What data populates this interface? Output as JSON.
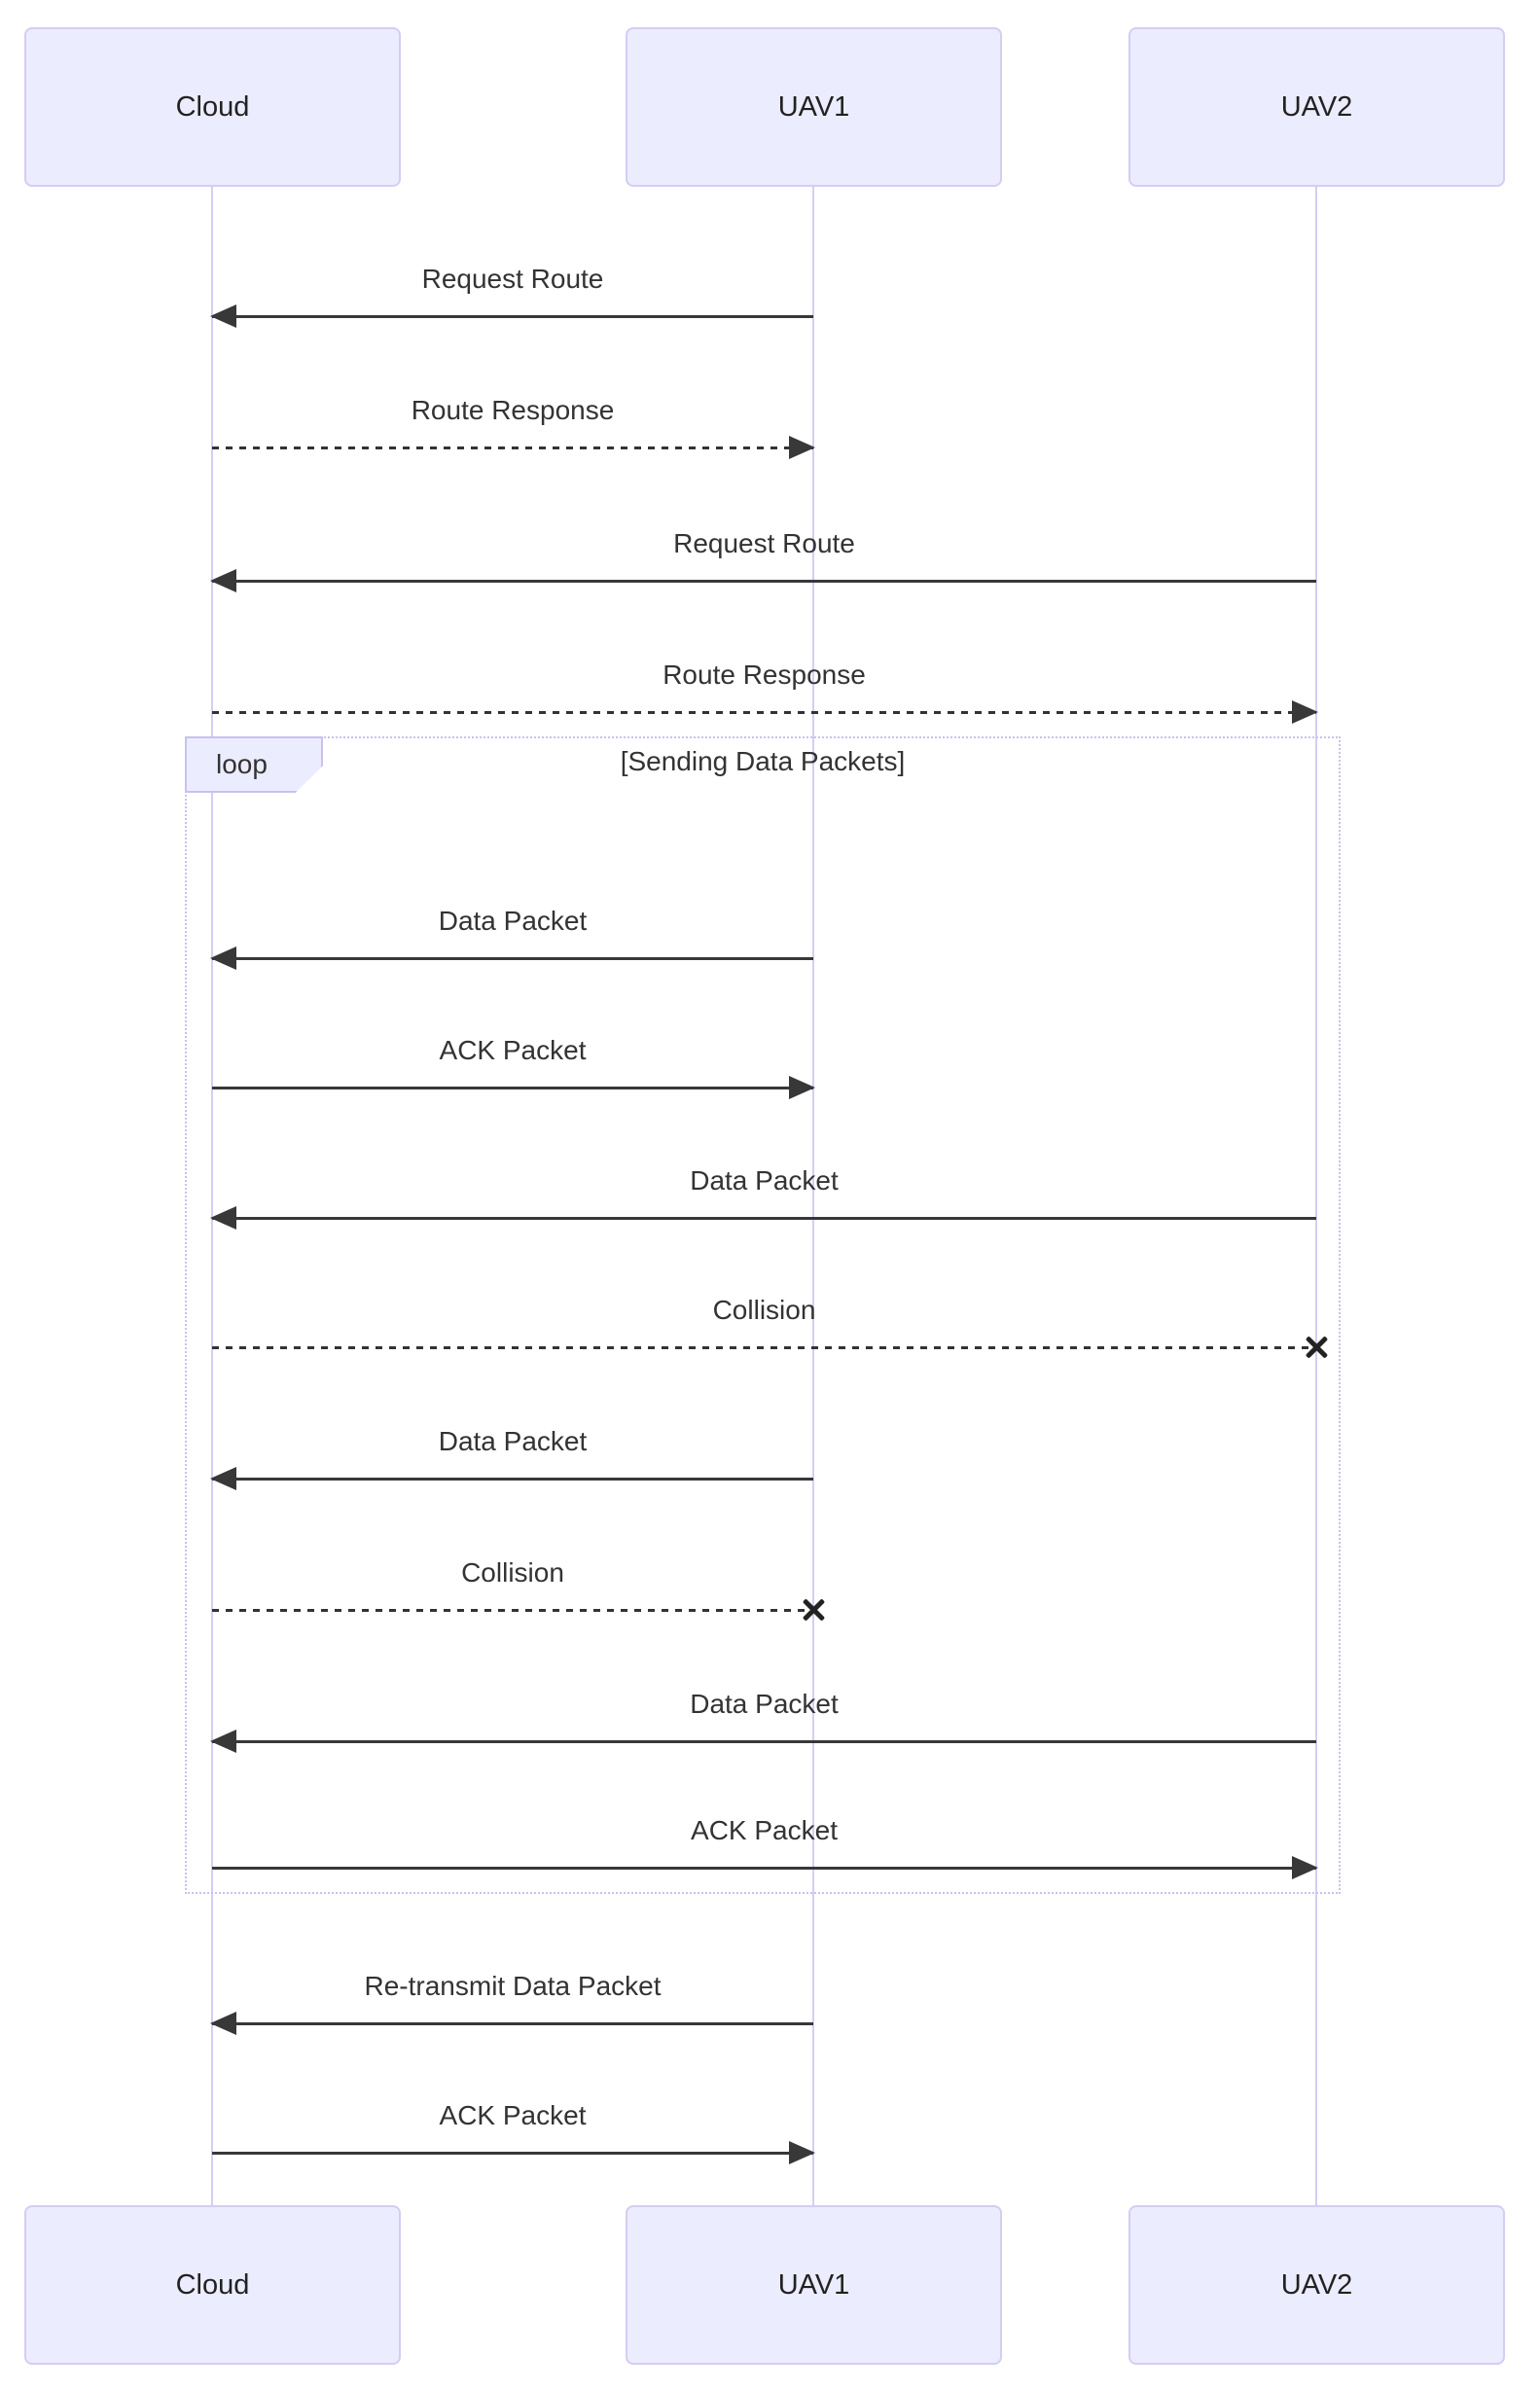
{
  "diagram": {
    "kind": "sequence-diagram",
    "actors": [
      {
        "id": "cloud",
        "label": "Cloud"
      },
      {
        "id": "uav1",
        "label": "UAV1"
      },
      {
        "id": "uav2",
        "label": "UAV2"
      }
    ],
    "loop": {
      "keyword": "loop",
      "condition": "[Sending Data Packets]"
    },
    "messages": [
      {
        "label": "Request Route",
        "from": "UAV1",
        "to": "Cloud",
        "line": "solid",
        "end": "arrow"
      },
      {
        "label": "Route Response",
        "from": "Cloud",
        "to": "UAV1",
        "line": "dashed",
        "end": "arrow"
      },
      {
        "label": "Request Route",
        "from": "UAV2",
        "to": "Cloud",
        "line": "solid",
        "end": "arrow"
      },
      {
        "label": "Route Response",
        "from": "Cloud",
        "to": "UAV2",
        "line": "dashed",
        "end": "arrow"
      },
      {
        "label": "Data Packet",
        "from": "UAV1",
        "to": "Cloud",
        "line": "solid",
        "end": "arrow",
        "in_loop": true
      },
      {
        "label": "ACK Packet",
        "from": "Cloud",
        "to": "UAV1",
        "line": "solid",
        "end": "arrow",
        "in_loop": true
      },
      {
        "label": "Data Packet",
        "from": "UAV2",
        "to": "Cloud",
        "line": "solid",
        "end": "arrow",
        "in_loop": true
      },
      {
        "label": "Collision",
        "from": "Cloud",
        "to": "UAV2",
        "line": "dashed",
        "end": "cross",
        "in_loop": true
      },
      {
        "label": "Data Packet",
        "from": "UAV1",
        "to": "Cloud",
        "line": "solid",
        "end": "arrow",
        "in_loop": true
      },
      {
        "label": "Collision",
        "from": "Cloud",
        "to": "UAV1",
        "line": "dashed",
        "end": "cross",
        "in_loop": true
      },
      {
        "label": "Data Packet",
        "from": "UAV2",
        "to": "Cloud",
        "line": "solid",
        "end": "arrow",
        "in_loop": true
      },
      {
        "label": "ACK Packet",
        "from": "Cloud",
        "to": "UAV2",
        "line": "solid",
        "end": "arrow",
        "in_loop": true
      },
      {
        "label": "Re-transmit Data Packet",
        "from": "UAV1",
        "to": "Cloud",
        "line": "solid",
        "end": "arrow"
      },
      {
        "label": "ACK Packet",
        "from": "Cloud",
        "to": "UAV1",
        "line": "solid",
        "end": "arrow"
      }
    ],
    "colors": {
      "actor_fill": "#ECECFF",
      "actor_border": "#D5CCF2",
      "lifeline": "#D6CDF3",
      "loop_border": "#C9C1EF",
      "arrow": "#383838",
      "text": "#333333",
      "background": "#FFFFFF"
    }
  }
}
